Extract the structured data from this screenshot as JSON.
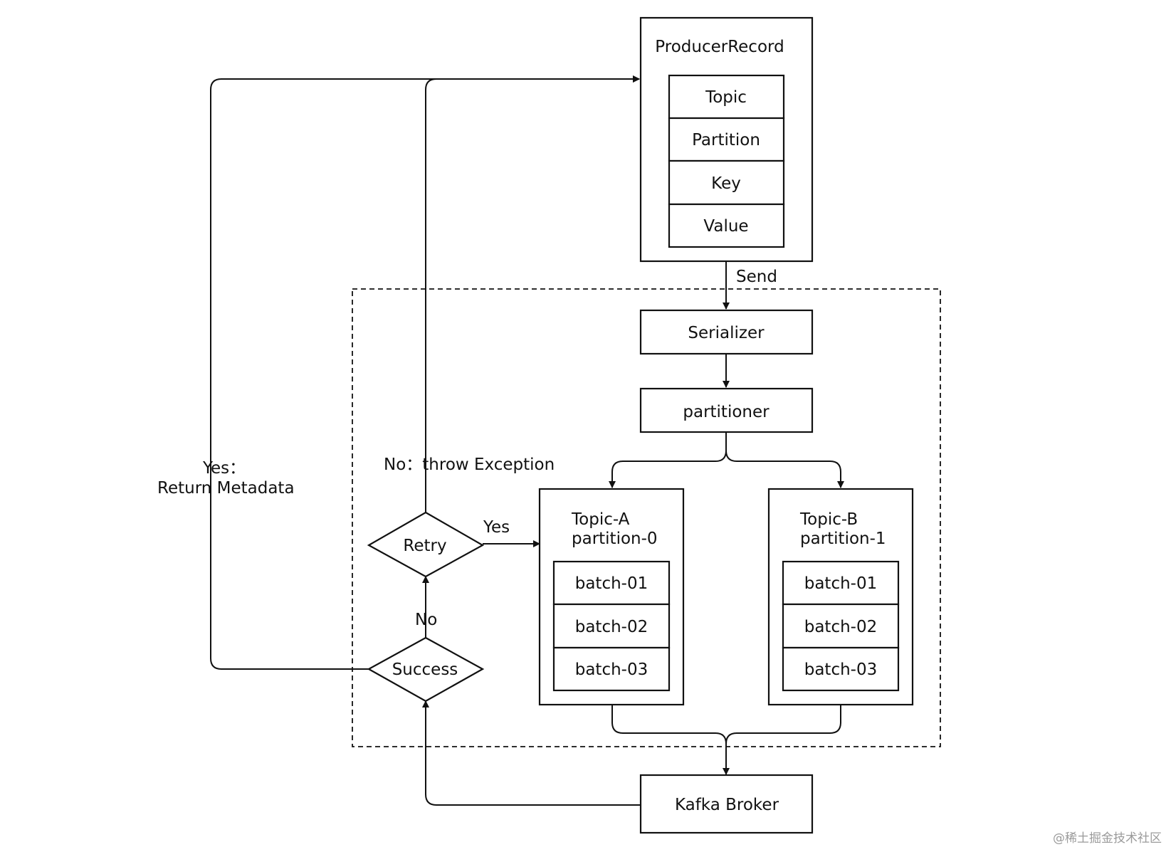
{
  "producer_record": {
    "title": "ProducerRecord",
    "fields": [
      "Topic",
      "Partition",
      "Key",
      "Value"
    ]
  },
  "edges": {
    "send": "Send",
    "no_throw": "No：throw Exception",
    "yes_return_line1": "Yes：",
    "yes_return_line2": "Return Metadata",
    "retry_yes": "Yes",
    "success_no": "No"
  },
  "serializer": "Serializer",
  "partitioner": "partitioner",
  "partition_a": {
    "title_line1": "Topic-A",
    "title_line2": "partition-0",
    "batches": [
      "batch-01",
      "batch-02",
      "batch-03"
    ]
  },
  "partition_b": {
    "title_line1": "Topic-B",
    "title_line2": "partition-1",
    "batches": [
      "batch-01",
      "batch-02",
      "batch-03"
    ]
  },
  "retry": "Retry",
  "success": "Success",
  "broker": "Kafka Broker",
  "watermark": "@稀土掘金技术社区"
}
